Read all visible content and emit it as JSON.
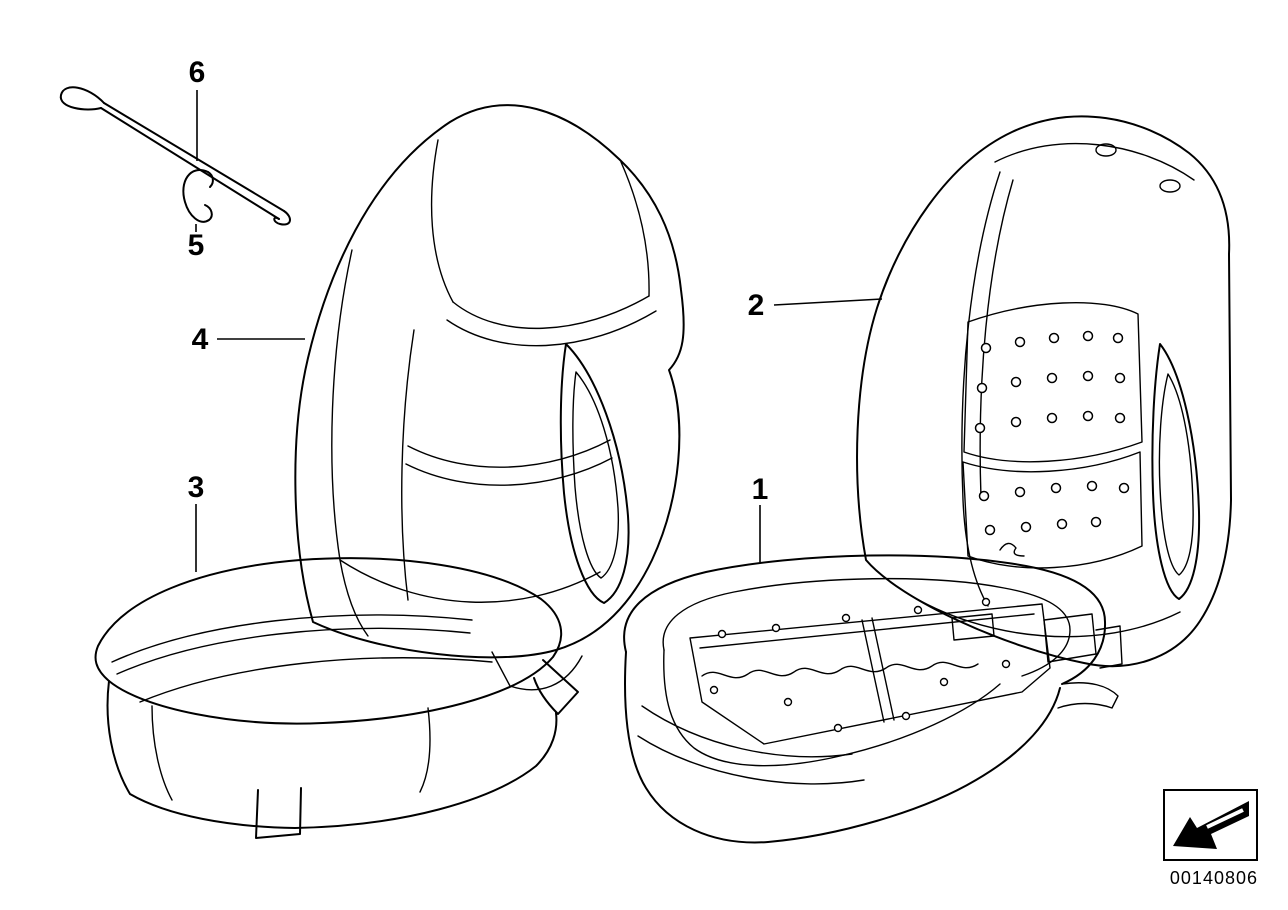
{
  "diagram": {
    "callouts": [
      {
        "id": "1"
      },
      {
        "id": "2"
      },
      {
        "id": "3"
      },
      {
        "id": "4"
      },
      {
        "id": "5"
      },
      {
        "id": "6"
      }
    ],
    "doc_number": "00140806",
    "icons": {
      "direction": "arrow-down-left-icon"
    },
    "colors": {
      "line": "#000000",
      "background": "#ffffff"
    }
  }
}
